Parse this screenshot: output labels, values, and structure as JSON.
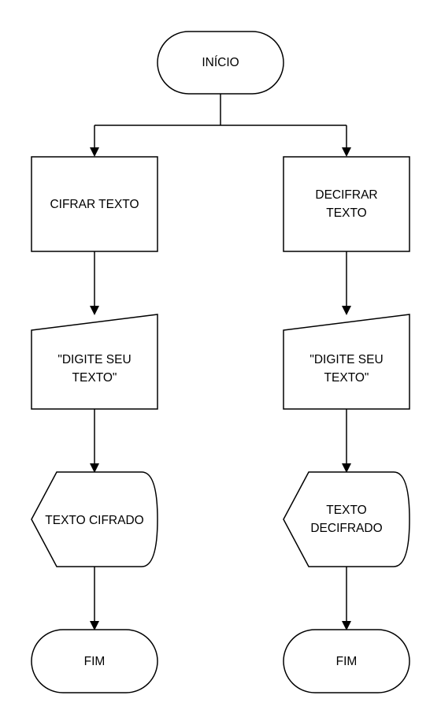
{
  "flowchart": {
    "start": {
      "label": "INÍCIO"
    },
    "left_branch": {
      "process": {
        "lines": [
          "CIFRAR TEXTO"
        ]
      },
      "input": {
        "lines": [
          "\"DIGITE SEU",
          "TEXTO\""
        ]
      },
      "display": {
        "lines": [
          "TEXTO CIFRADO"
        ]
      },
      "end": {
        "label": "FIM"
      }
    },
    "right_branch": {
      "process": {
        "lines": [
          "DECIFRAR",
          "TEXTO"
        ]
      },
      "input": {
        "lines": [
          "\"DIGITE SEU",
          "TEXTO\""
        ]
      },
      "display": {
        "lines": [
          "TEXTO",
          "DECIFRADO"
        ]
      },
      "end": {
        "label": "FIM"
      }
    }
  }
}
